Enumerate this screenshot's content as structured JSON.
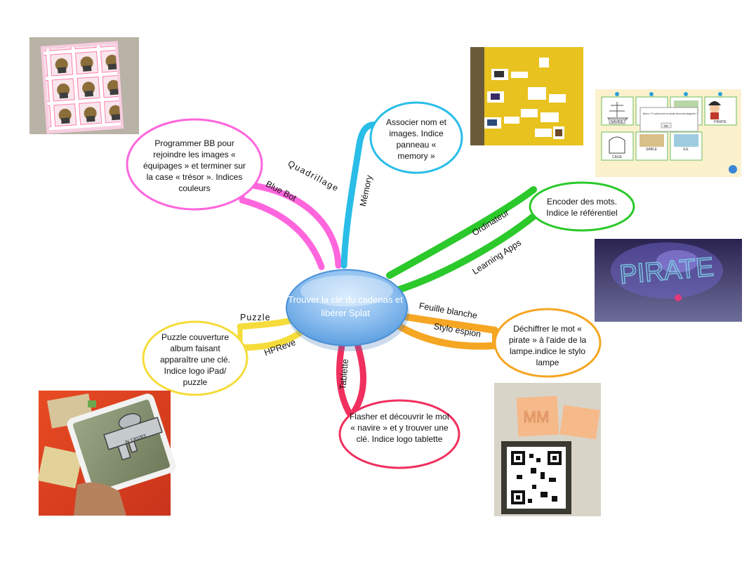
{
  "center": {
    "text": "Trouver la clé du cadenas et libérer Splat",
    "color": "#8fc0f0"
  },
  "branches": [
    {
      "id": "bluebot",
      "color": "#ff66dd",
      "labels": [
        "Quadrillage",
        "Blue Bot"
      ],
      "text": "Programmer BB pour rejoindre les images « équipages » et terminer sur la case « trésor ». Indices couleurs"
    },
    {
      "id": "memory",
      "color": "#29bde8",
      "labels": [
        "Mémory"
      ],
      "text": "Associer nom et images. Indice panneau « memory »"
    },
    {
      "id": "ordinateur",
      "color": "#2bc92b",
      "labels": [
        "Ordinateur",
        "Learning Apps"
      ],
      "text": "Encoder des mots. Indice le référentiel"
    },
    {
      "id": "stylo",
      "color": "#f5a623",
      "labels": [
        "Feuille blanche",
        "Stylo espion"
      ],
      "text": "Déchiffrer le mot « pirate » à l'aide de la lampe.indice le stylo lampe"
    },
    {
      "id": "tablette",
      "color": "#f0305f",
      "labels": [
        "Tablette"
      ],
      "text": "Flasher et découvrir le mot « navire » et y trouver une clé. Indice logo tablette"
    },
    {
      "id": "puzzle",
      "color": "#f5dc3a",
      "labels": [
        "Puzzle",
        "HPReve"
      ],
      "text": "Puzzle couverture album faisant apparaître une clé. Indice logo iPad/ puzzle"
    }
  ],
  "photo_texts": {
    "uv": "PIRATE",
    "qr": "MM",
    "key": "N 130283",
    "app_cards": [
      "NAVIRE",
      "PIRATE",
      "CAGE",
      "SABLE",
      "ILE"
    ],
    "app_dialog": "Bravo ! Tu sais écrire en pirate des mots tangents !",
    "app_ok": "OK"
  }
}
